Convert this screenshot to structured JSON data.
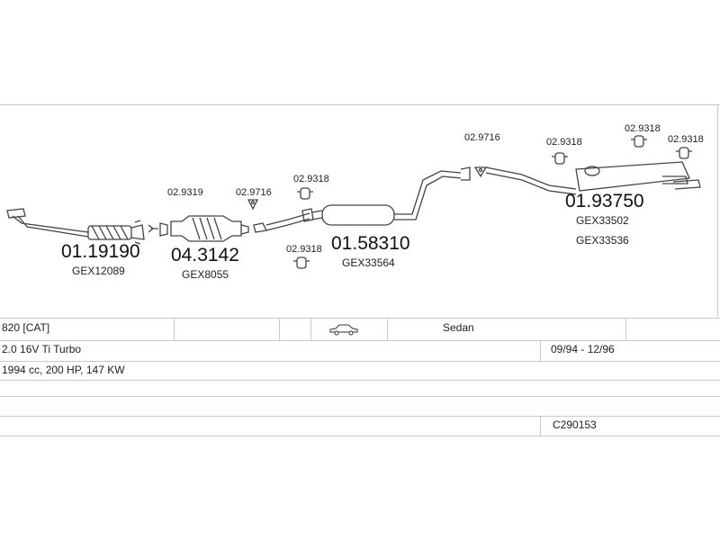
{
  "parts": [
    {
      "id": "downpipe",
      "code": "01.19190",
      "ref": "GEX12089"
    },
    {
      "id": "catalyst",
      "code": "04.3142",
      "ref": "GEX8055"
    },
    {
      "id": "front-silencer",
      "code": "01.58310",
      "ref": "GEX33564"
    },
    {
      "id": "rear-silencer",
      "code": "01.93750",
      "refs": [
        "GEX33502",
        "GEX33536"
      ]
    }
  ],
  "fittings": {
    "f1": "02.9319",
    "f2": "02.9716",
    "f3": "02.9318",
    "f4": "02.9318",
    "f5": "02.9716",
    "f6": "02.9318",
    "f7": "02.9318",
    "f8": "02.9318"
  },
  "info": {
    "model": "820  [CAT]",
    "body": "Sedan",
    "engine": "2.0 16V Ti Turbo",
    "years": "09/94 - 12/96",
    "specs": "1994 cc, 200 HP, 147 KW",
    "catalog_no": "C290153"
  },
  "icons": {
    "vehicle": "sedan-car-icon",
    "connector": "triangle-flange-icon",
    "hanger": "rubber-hanger-icon"
  },
  "colors": {
    "line": "#444444",
    "frame": "#c8c8c8",
    "text": "#222222"
  }
}
